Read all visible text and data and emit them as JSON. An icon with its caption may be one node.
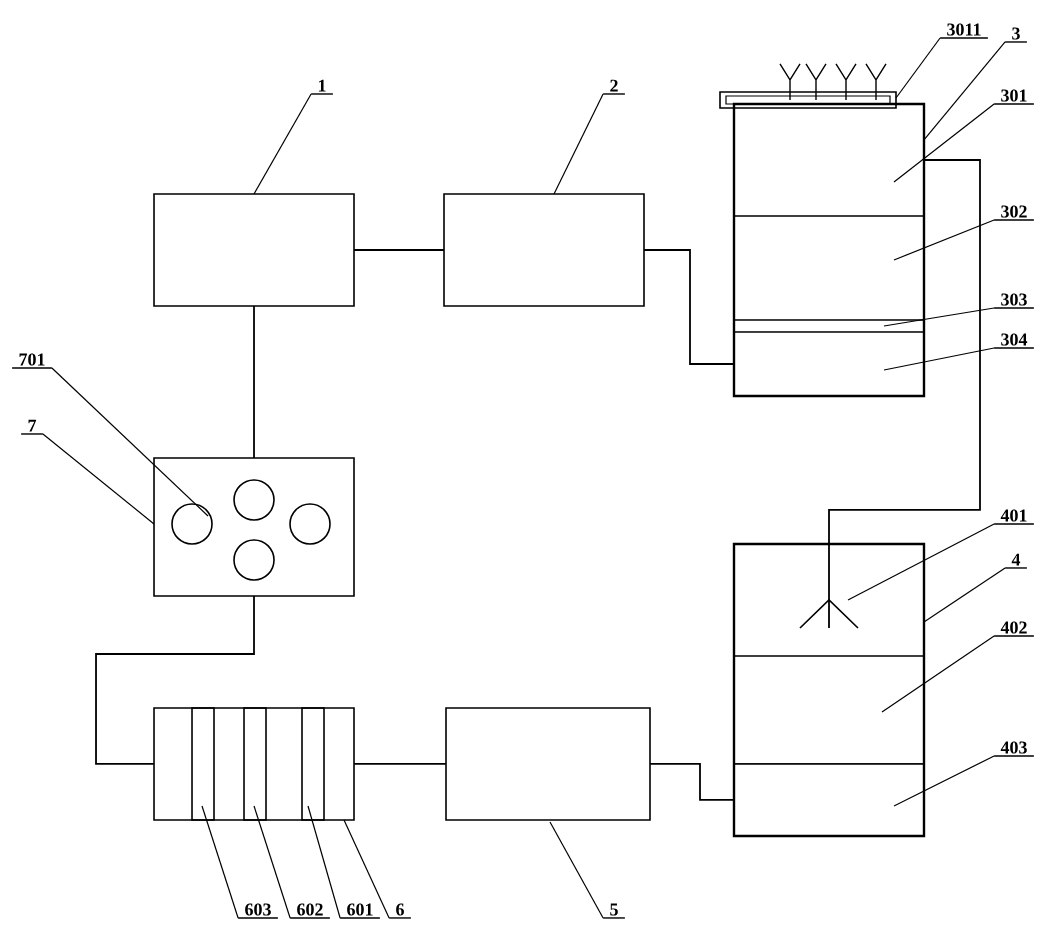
{
  "diagram": {
    "nodes": [
      {
        "text": [
          "1"
        ]
      },
      {
        "text": [],
        "shape": "box"
      },
      {
        "text": [
          "2"
        ]
      },
      {
        "text": [],
        "shape": "box"
      },
      {
        "text": [
          "3011"
        ]
      },
      {
        "text": [],
        "shape": "box"
      },
      {
        "text": [
          "3"
        ]
      },
      {
        "text": [],
        "shape": "box"
      },
      {
        "text": [
          "301"
        ]
      },
      {
        "text": [],
        "shape": "box",
        "in": 7
      },
      {
        "text": [
          "302"
        ]
      },
      {
        "text": [],
        "shape": "box",
        "in": 7
      },
      {
        "text": [
          "303"
        ]
      },
      {
        "text": [],
        "shape": "box",
        "in": 7
      },
      {
        "text": [
          "304"
        ]
      },
      {
        "text": [],
        "shape": "box",
        "in": 7
      },
      {
        "text": [
          "7"
        ]
      },
      {
        "text": [],
        "shape": "box"
      },
      {
        "text": [
          "701"
        ]
      },
      {
        "text": [],
        "shape": "circle",
        "in": 17
      },
      {
        "text": [],
        "shape": "circle",
        "in": 17
      },
      {
        "text": [],
        "shape": "circle",
        "in": 17
      },
      {
        "text": [],
        "shape": "circle",
        "in": 17
      },
      {
        "text": [
          "401"
        ]
      },
      {
        "text": [
          "4"
        ]
      },
      {
        "text": [],
        "shape": "box"
      },
      {
        "text": [],
        "shape": "box",
        "in": 25
      },
      {
        "text": [
          "402"
        ]
      },
      {
        "text": [],
        "shape": "box",
        "in": 25
      },
      {
        "text": [
          "403"
        ]
      },
      {
        "text": [],
        "shape": "box",
        "in": 25
      },
      {
        "text": [],
        "shape": "box"
      },
      {
        "text": [],
        "shape": "bar",
        "in": 31
      },
      {
        "text": [],
        "shape": "bar",
        "in": 31
      },
      {
        "text": [],
        "shape": "bar",
        "in": 31
      },
      {
        "text": [
          "603"
        ]
      },
      {
        "text": [
          "602"
        ]
      },
      {
        "text": [
          "601"
        ]
      },
      {
        "text": [
          "6"
        ]
      },
      {
        "text": [],
        "shape": "box"
      },
      {
        "text": [
          "5"
        ]
      },
      {
        "text": [],
        "shape": "sprayer",
        "in": 26
      }
    ],
    "edges": [
      {
        "from": 0,
        "to": 1,
        "arrow": "none"
      },
      {
        "from": 2,
        "to": 3,
        "arrow": "none"
      },
      {
        "from": 4,
        "to": 5,
        "arrow": "none"
      },
      {
        "from": 6,
        "to": 7,
        "arrow": "none"
      },
      {
        "from": 8,
        "to": 9,
        "arrow": "none"
      },
      {
        "from": 10,
        "to": 11,
        "arrow": "none"
      },
      {
        "from": 12,
        "to": 13,
        "arrow": "none"
      },
      {
        "from": 14,
        "to": 15,
        "arrow": "none"
      },
      {
        "from": 16,
        "to": 17,
        "arrow": "none"
      },
      {
        "from": 18,
        "to": 19,
        "arrow": "none"
      },
      {
        "from": 23,
        "to": 41,
        "arrow": "none"
      },
      {
        "from": 24,
        "to": 25,
        "arrow": "none"
      },
      {
        "from": 27,
        "to": 28,
        "arrow": "none"
      },
      {
        "from": 29,
        "to": 30,
        "arrow": "none"
      },
      {
        "from": 35,
        "to": 32,
        "arrow": "none"
      },
      {
        "from": 36,
        "to": 33,
        "arrow": "none"
      },
      {
        "from": 37,
        "to": 34,
        "arrow": "none"
      },
      {
        "from": 38,
        "to": 31,
        "arrow": "none"
      },
      {
        "from": 40,
        "to": 39,
        "arrow": "none"
      },
      {
        "from": 1,
        "to": 3,
        "arrow": "none"
      },
      {
        "from": 1,
        "to": 17,
        "arrow": "none"
      },
      {
        "from": 17,
        "to": 31,
        "arrow": "none"
      },
      {
        "from": 31,
        "to": 39,
        "arrow": "none"
      },
      {
        "from": 39,
        "to": 30,
        "arrow": "none"
      },
      {
        "from": 3,
        "to": 15,
        "arrow": "none"
      },
      {
        "from": 9,
        "to": 41,
        "arrow": "none"
      }
    ]
  }
}
